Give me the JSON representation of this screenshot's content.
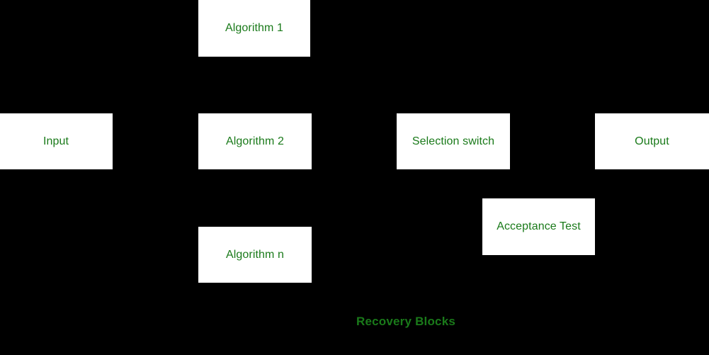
{
  "diagram": {
    "title": "Recovery Blocks",
    "background_color": "#000000",
    "node_fill_color": "#ffffff",
    "label_color": "#1a7a1a",
    "caption_color": "#1a7a1a",
    "nodes": [
      {
        "id": "algorithm-1",
        "label": "Algorithm 1"
      },
      {
        "id": "input",
        "label": "Input"
      },
      {
        "id": "algorithm-2",
        "label": "Algorithm 2"
      },
      {
        "id": "selection",
        "label": "Selection switch"
      },
      {
        "id": "output",
        "label": "Output"
      },
      {
        "id": "acceptance",
        "label": "Acceptance Test"
      },
      {
        "id": "algorithm-n",
        "label": "Algorithm n"
      }
    ],
    "caption": "Recovery Blocks"
  }
}
